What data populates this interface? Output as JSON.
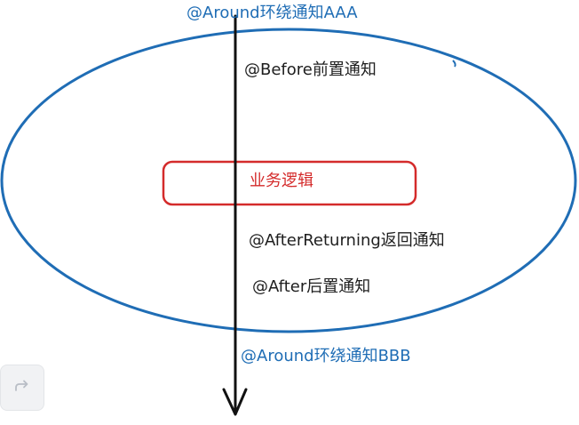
{
  "labels": {
    "around_top": "@Around环绕通知AAA",
    "before": "@Before前置通知",
    "business_logic": "业务逻辑",
    "after_returning": "@AfterReturning返回通知",
    "after": "@After后置通知",
    "around_bottom": "@Around环绕通知BBB"
  },
  "colors": {
    "ellipse_stroke": "#1f6db5",
    "arrow_stroke": "#111111",
    "logic_box_stroke": "#d42b2b",
    "around_text": "#1f6db5",
    "advice_text": "#1e1e1e",
    "logic_text": "#d42b2b"
  },
  "toolbar": {
    "share_icon": "share-arrow-icon"
  }
}
